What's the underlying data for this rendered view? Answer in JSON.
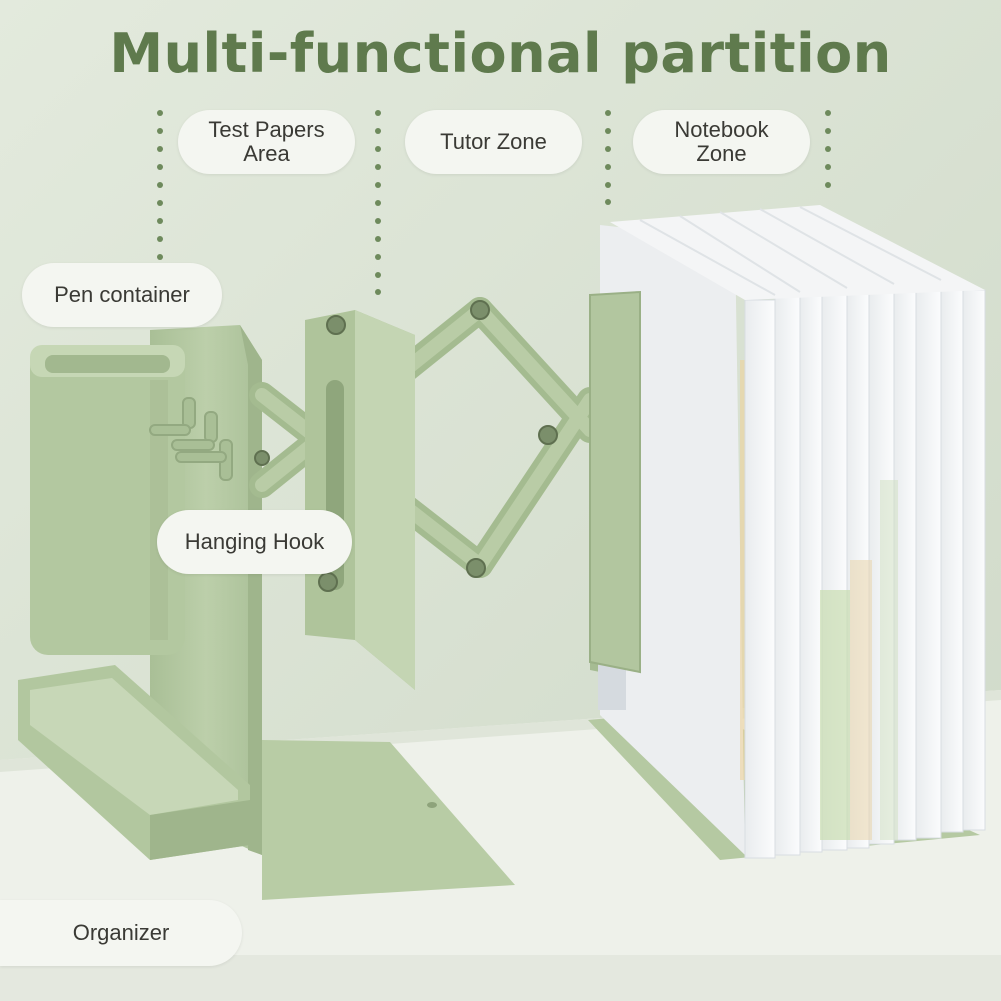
{
  "headline": "Multi-functional partition",
  "zones": {
    "test_papers": "Test Papers\nArea",
    "tutor": "Tutor Zone",
    "notebook": "Notebook\nZone"
  },
  "callouts": {
    "pen_container": "Pen container",
    "hanging_hook": "Hanging Hook",
    "organizer": "Organizer"
  },
  "colors": {
    "headline": "#5f7a4d",
    "product_green": "#b5c9a2",
    "wall": "#d9e2d3",
    "shelf": "#eef1ea",
    "dots": "#6e8a5c"
  }
}
